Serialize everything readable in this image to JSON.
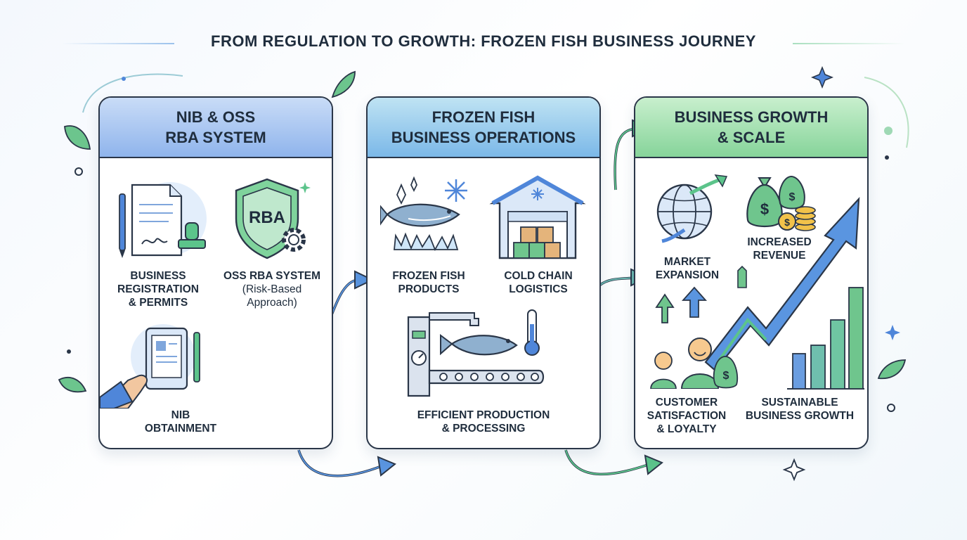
{
  "title": "FROM REGULATION TO GROWTH: FROZEN FISH BUSINESS JOURNEY",
  "colors": {
    "outline": "#2a3648",
    "blue": "#4f86d9",
    "green": "#5cc48b",
    "head_blue": "#a9c6f1",
    "head_green": "#a6e3b0"
  },
  "panels": [
    {
      "heading": [
        "NIB & OSS",
        "RBA SYSTEM"
      ],
      "items": [
        {
          "icon": "signed-document-stamp-icon",
          "label": [
            "BUSINESS",
            "REGISTRATION",
            "& PERMITS"
          ]
        },
        {
          "icon": "rba-shield-icon",
          "badge": "RBA",
          "label": [
            "OSS RBA SYSTEM",
            "(Risk-Based",
            "Approach)"
          ]
        },
        {
          "icon": "hand-holding-tablet-icon",
          "label": [
            "NIB",
            "OBTAINMENT"
          ]
        }
      ]
    },
    {
      "heading": [
        "FROZEN FISH",
        "BUSINESS OPERATIONS"
      ],
      "items": [
        {
          "icon": "frozen-fish-icon",
          "label": [
            "FROZEN FISH",
            "PRODUCTS"
          ]
        },
        {
          "icon": "cold-storage-warehouse-icon",
          "label": [
            "COLD CHAIN",
            "LOGISTICS"
          ]
        },
        {
          "icon": "fish-processing-machine-icon",
          "label": [
            "EFFICIENT PRODUCTION",
            "& PROCESSING"
          ]
        }
      ]
    },
    {
      "heading": [
        "BUSINESS GROWTH",
        "& SCALE"
      ],
      "items": [
        {
          "icon": "globe-arrows-icon",
          "label": [
            "MARKET",
            "EXPANSION"
          ]
        },
        {
          "icon": "money-bags-icon",
          "label": [
            "INCREASED",
            "REVENUE"
          ]
        },
        {
          "icon": "happy-customers-icon",
          "label": [
            "CUSTOMER",
            "SATISFACTION",
            "& LOYALTY"
          ]
        },
        {
          "icon": "growth-bar-chart-icon",
          "label": [
            "SUSTAINABLE",
            "BUSINESS GROWTH"
          ]
        }
      ]
    }
  ]
}
